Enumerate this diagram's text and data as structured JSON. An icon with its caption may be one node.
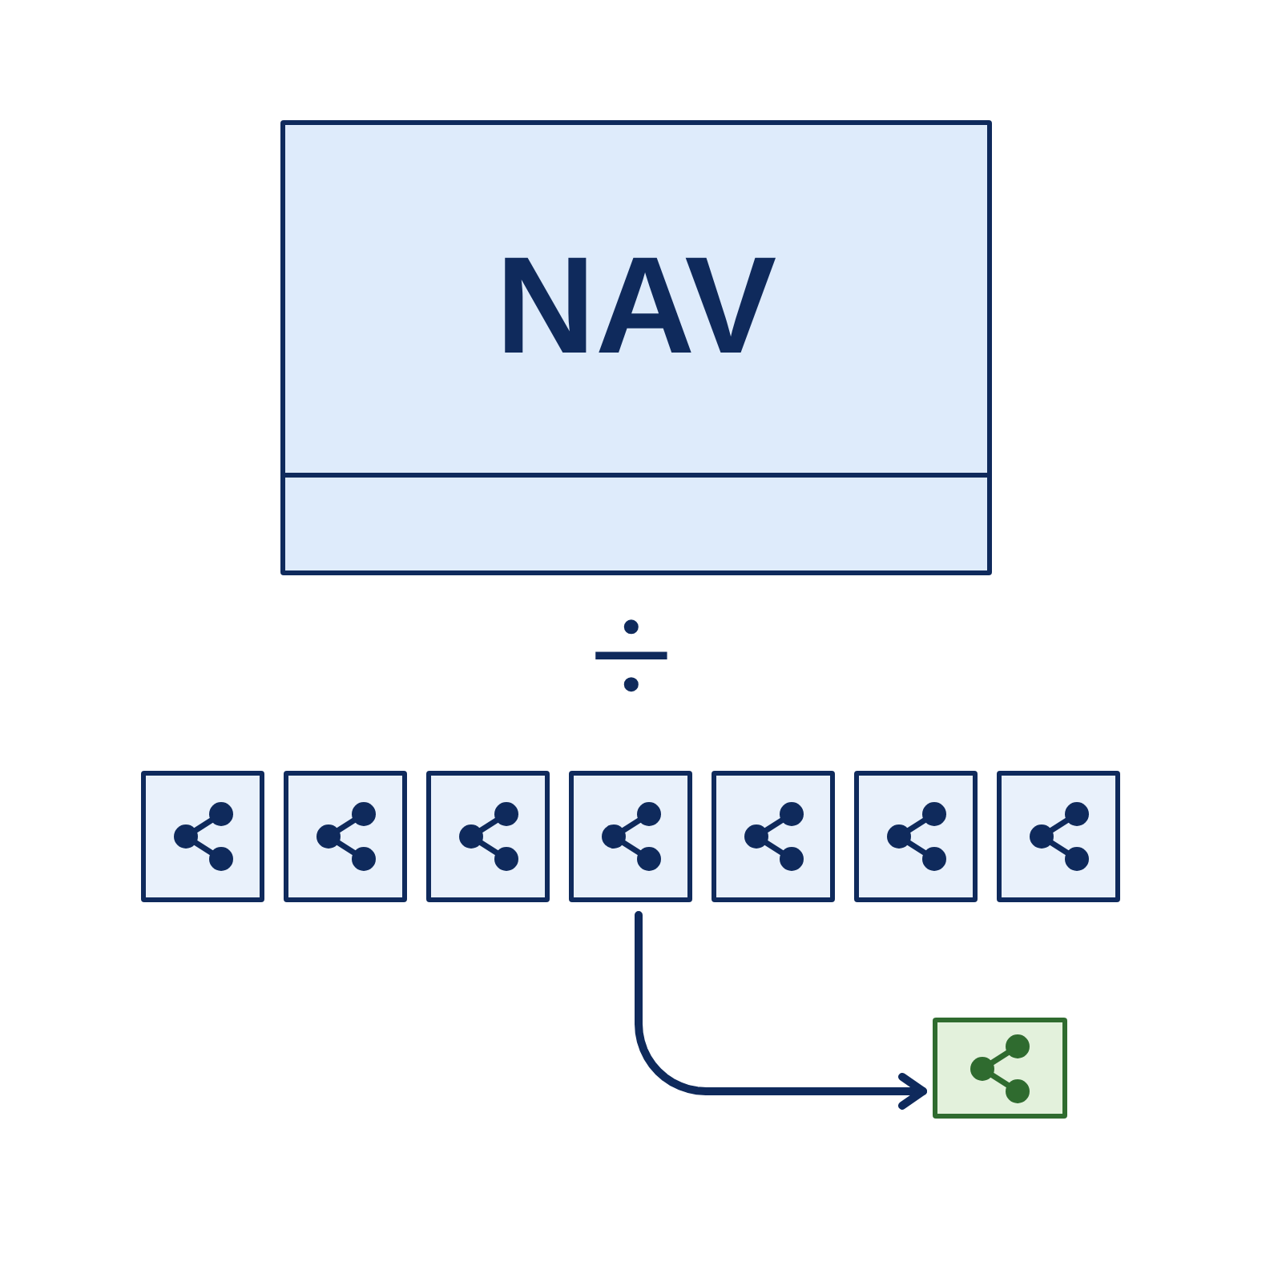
{
  "diagram": {
    "nodes": [
      {
        "text": [
          "NAV"
        ]
      },
      {
        "text": [],
        "shape": "box"
      },
      {
        "text": [],
        "shape": "box"
      },
      {
        "text": [],
        "shape": "box"
      },
      {
        "text": [],
        "shape": "box"
      },
      {
        "text": [],
        "shape": "box"
      },
      {
        "text": [],
        "shape": "box"
      },
      {
        "text": [],
        "shape": "box"
      },
      {
        "text": [],
        "shape": "box"
      }
    ],
    "edges": [
      {
        "from": 4,
        "to": 8,
        "arrow": "to"
      }
    ],
    "labels": [
      "÷"
    ]
  }
}
